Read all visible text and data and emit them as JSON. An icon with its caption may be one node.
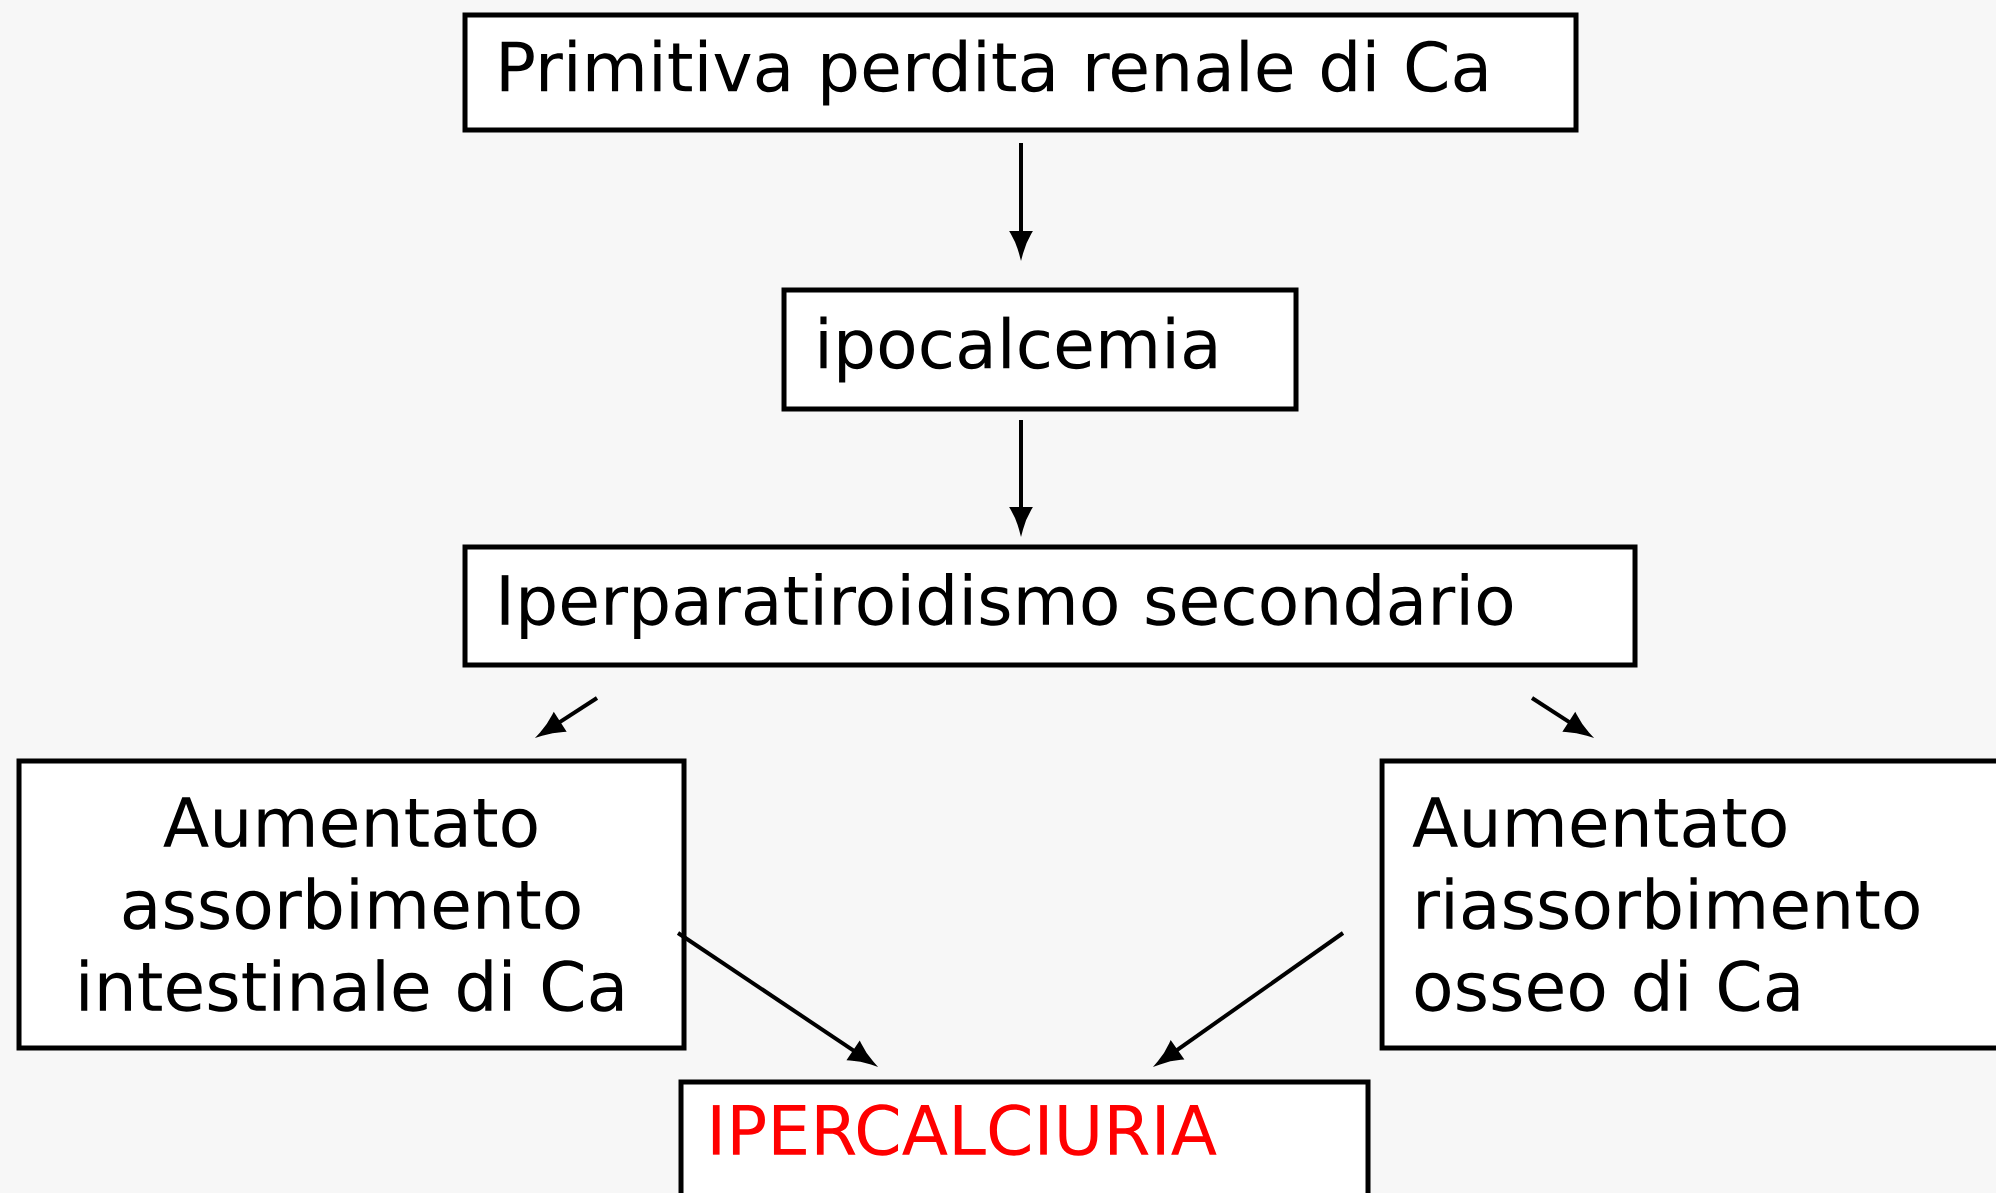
{
  "diagram": {
    "nodes": [
      {
        "text": [
          "Primitiva perdita renale di Ca"
        ]
      },
      {
        "text": [
          "ipocalcemia"
        ]
      },
      {
        "text": [
          "Iperparatiroidismo secondario"
        ]
      },
      {
        "text": [
          "Aumentato assorbimento intestinale di Ca"
        ]
      },
      {
        "text": [
          "Aumentato riassorbimento osseo di Ca"
        ]
      },
      {
        "text": [
          "IPERCALCIURIA"
        ]
      }
    ],
    "edges": [
      {
        "from": 0,
        "to": 1,
        "arrow": "to"
      },
      {
        "from": 1,
        "to": 2,
        "arrow": "to"
      },
      {
        "from": 2,
        "to": 3,
        "arrow": "to"
      },
      {
        "from": 2,
        "to": 4,
        "arrow": "to"
      },
      {
        "from": 3,
        "to": 5,
        "arrow": "to"
      },
      {
        "from": 4,
        "to": 5,
        "arrow": "to"
      }
    ]
  }
}
